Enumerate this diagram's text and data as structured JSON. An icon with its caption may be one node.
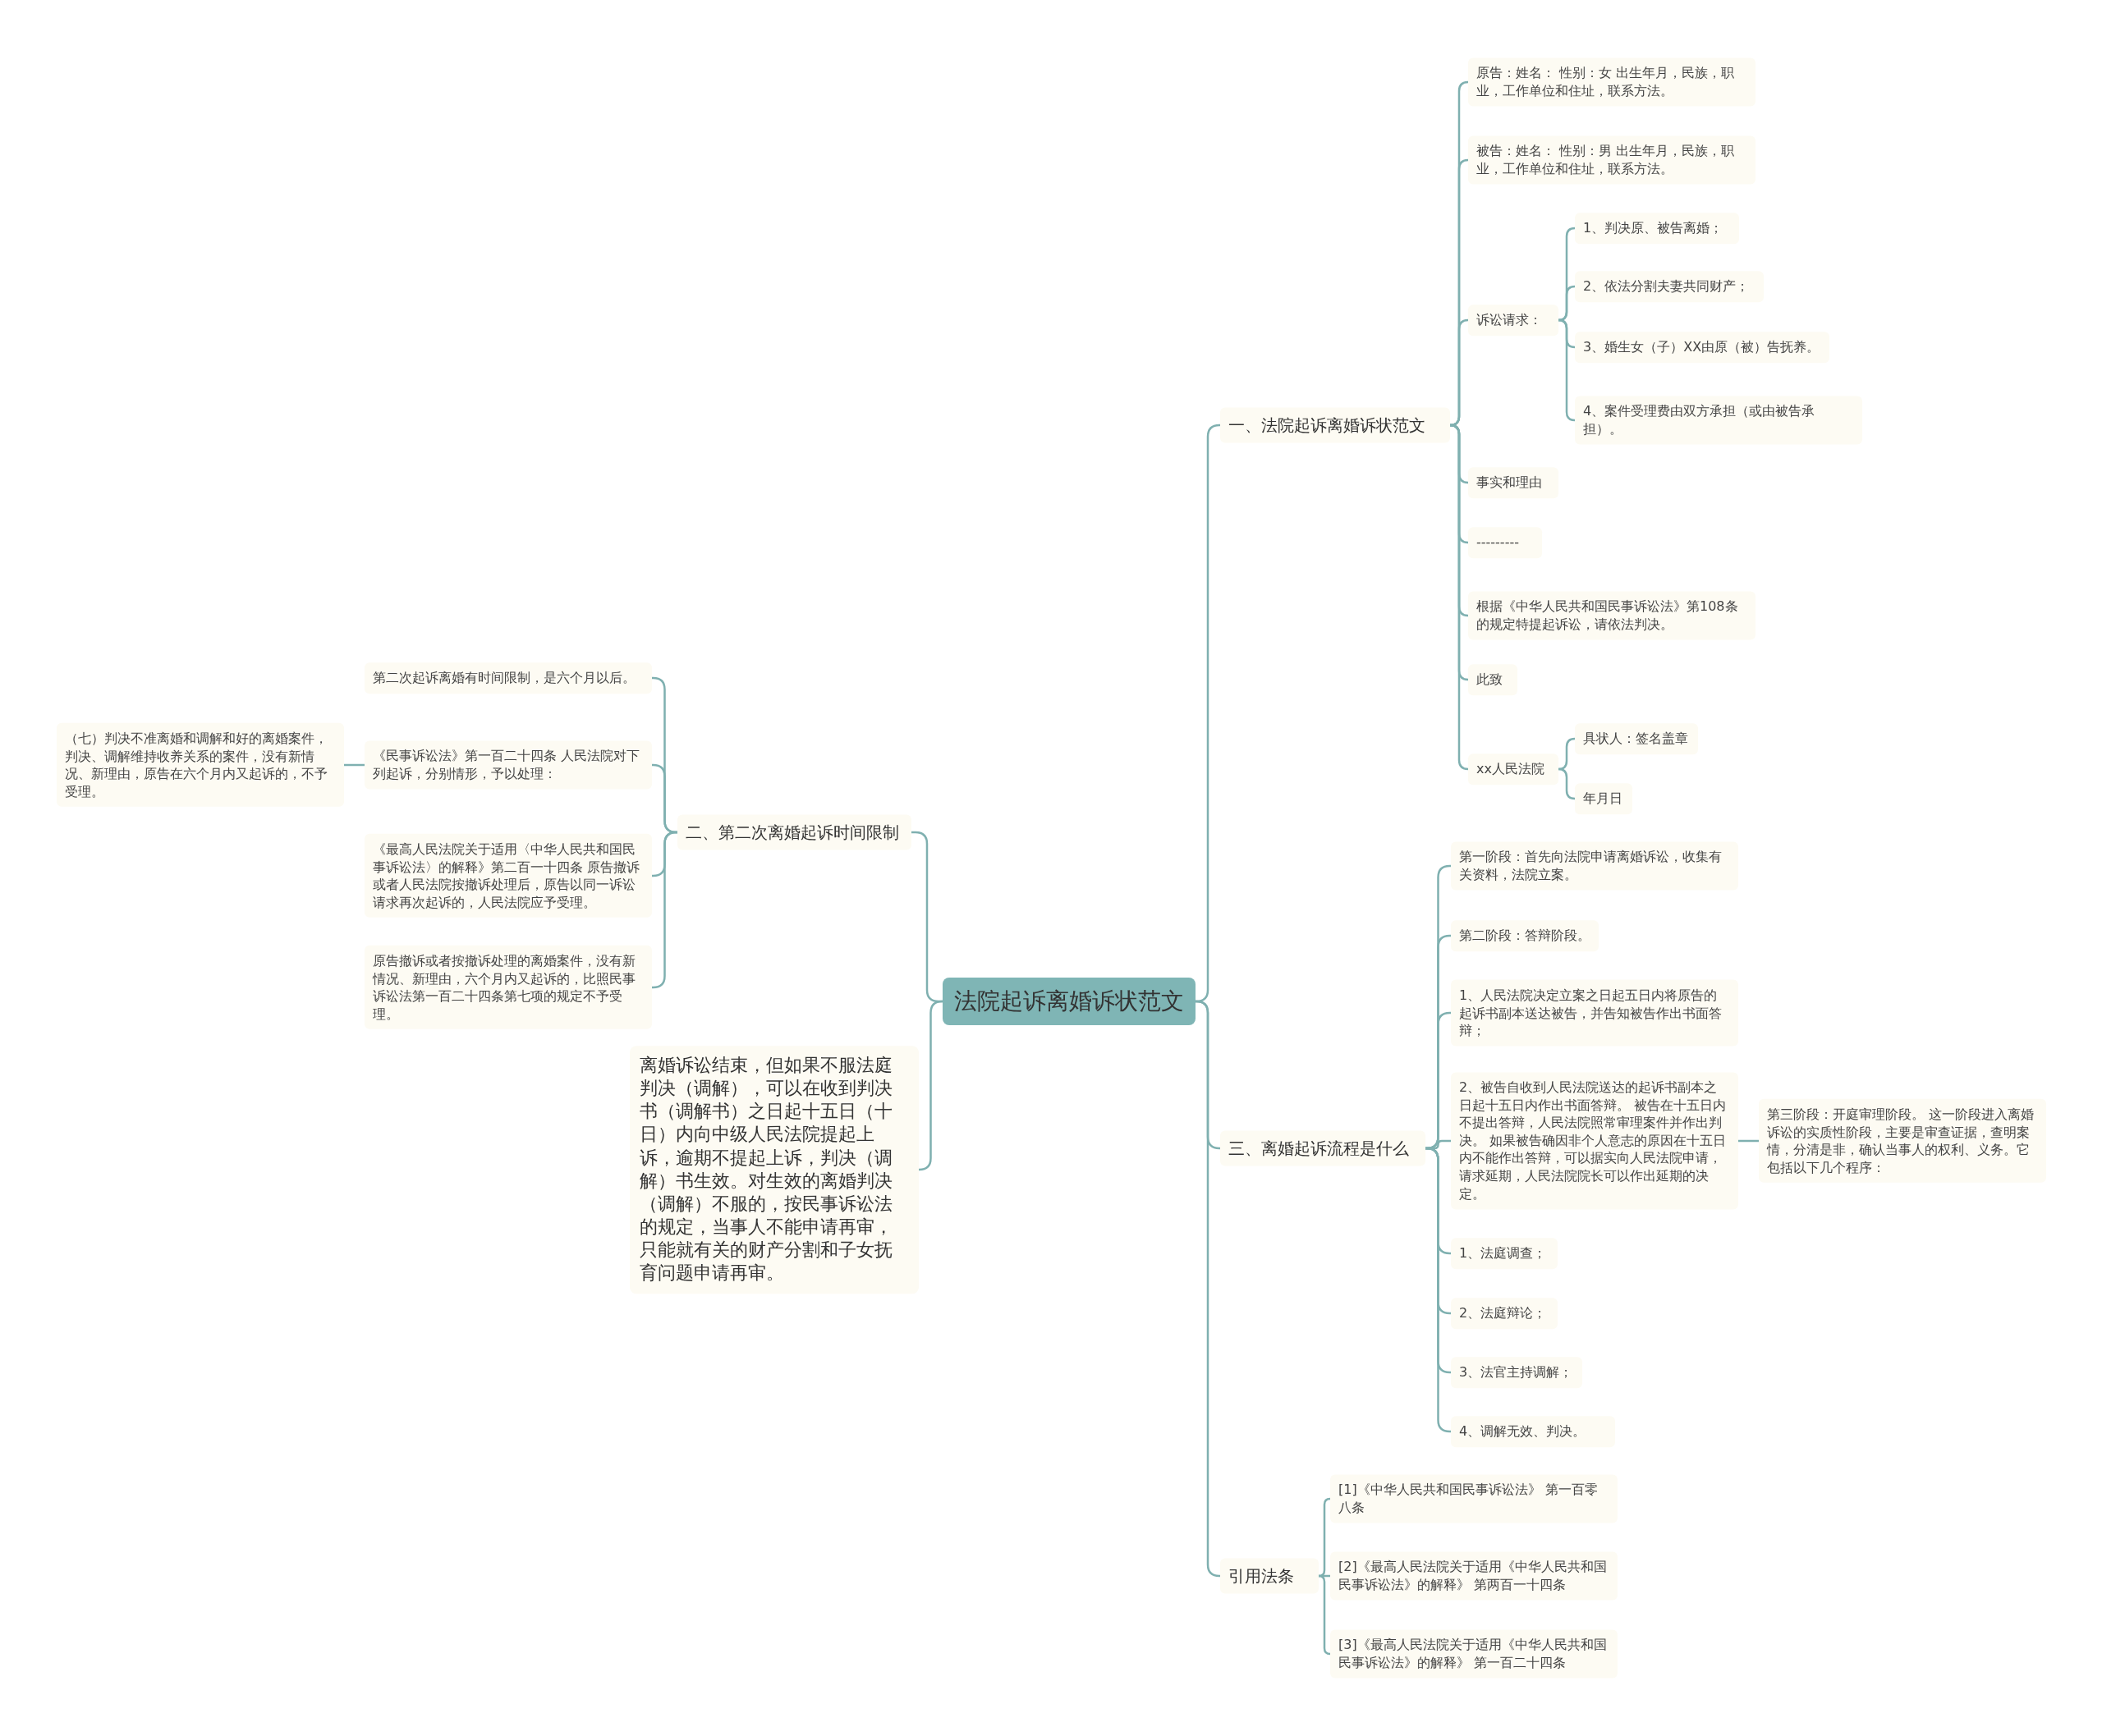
{
  "diagram": {
    "nodes": [
      {
        "text": [
          "法院起诉离婚诉状范文"
        ]
      },
      {
        "text": [
          "一、法院起诉离婚诉状范文"
        ]
      },
      {
        "text": [
          "原告：姓名： 性别：女 出生年月，民族，职业，工作单位和住址，联系方法。"
        ]
      },
      {
        "text": [
          "被告：姓名： 性别：男 出生年月，民族，职业，工作单位和住址，联系方法。"
        ]
      },
      {
        "text": [
          "诉讼请求："
        ]
      },
      {
        "text": [
          "1、判决原、被告离婚；"
        ]
      },
      {
        "text": [
          "2、依法分割夫妻共同财产；"
        ]
      },
      {
        "text": [
          "3、婚生女（子）XX由原（被）告抚养。"
        ]
      },
      {
        "text": [
          "4、案件受理费由双方承担（或由被告承担）。"
        ]
      },
      {
        "text": [
          "事实和理由"
        ]
      },
      {
        "text": [
          "---------"
        ]
      },
      {
        "text": [
          "根据《中华人民共和国民事诉讼法》第108条的规定特提起诉讼，请依法判决。"
        ]
      },
      {
        "text": [
          "此致"
        ]
      },
      {
        "text": [
          "xx人民法院"
        ]
      },
      {
        "text": [
          "具状人：签名盖章"
        ]
      },
      {
        "text": [
          "年月日"
        ]
      },
      {
        "text": [
          "二、第二次离婚起诉时间限制"
        ]
      },
      {
        "text": [
          "第二次起诉离婚有时间限制，是六个月以后。"
        ]
      },
      {
        "text": [
          "《民事诉讼法》第一百二十四条 人民法院对下列起诉，分别情形，予以处理："
        ]
      },
      {
        "text": [
          "（七）判决不准离婚和调解和好的离婚案件，判决、调解维持收养关系的案件，没有新情况、新理由，原告在六个月内又起诉的，不予受理。"
        ]
      },
      {
        "text": [
          "《最高人民法院关于适用〈中华人民共和国民事诉讼法〉的解释》第二百一十四条 原告撤诉或者人民法院按撤诉处理后，原告以同一诉讼请求再次起诉的，人民法院应予受理。"
        ]
      },
      {
        "text": [
          "原告撤诉或者按撤诉处理的离婚案件，没有新情况、新理由，六个月内又起诉的，比照民事诉讼法第一百二十四条第七项的规定不予受理。"
        ]
      },
      {
        "text": [
          "离婚诉讼结束，但如果不服法庭判决（调解），可以在收到判决书（调解书）之日起十五日（十日）内向中级人民法院提起上诉，逾期不提起上诉，判决（调解）书生效。对生效的离婚判决（调解）不服的，按民事诉讼法的规定，当事人不能申请再审，只能就有关的财产分割和子女抚育问题申请再审。"
        ]
      },
      {
        "text": [
          "三、离婚起诉流程是什么"
        ]
      },
      {
        "text": [
          "第一阶段：首先向法院申请离婚诉讼，收集有关资料，法院立案。"
        ]
      },
      {
        "text": [
          "第二阶段：答辩阶段。"
        ]
      },
      {
        "text": [
          "1、人民法院决定立案之日起五日内将原告的起诉书副本送达被告，并告知被告作出书面答辩；"
        ]
      },
      {
        "text": [
          "2、被告自收到人民法院送达的起诉书副本之日起十五日内作出书面答辩。 被告在十五日内不提出答辩，人民法院照常审理案件并作出判决。 如果被告确因非个人意志的原因在十五日内不能作出答辩，可以据实向人民法院申请，请求延期，人民法院院长可以作出延期的决定。"
        ]
      },
      {
        "text": [
          "第三阶段：开庭审理阶段。 这一阶段进入离婚诉讼的实质性阶段，主要是审查证据，查明案情，分清是非，确认当事人的权利、义务。它包括以下几个程序："
        ]
      },
      {
        "text": [
          "1、法庭调查；"
        ]
      },
      {
        "text": [
          "2、法庭辩论；"
        ]
      },
      {
        "text": [
          "3、法官主持调解；"
        ]
      },
      {
        "text": [
          "4、调解无效、判决。"
        ]
      },
      {
        "text": [
          "引用法条"
        ]
      },
      {
        "text": [
          "[1]《中华人民共和国民事诉讼法》 第一百零八条"
        ]
      },
      {
        "text": [
          "[2]《最高人民法院关于适用《中华人民共和国民事诉讼法》的解释》 第两百一十四条"
        ]
      },
      {
        "text": [
          "[3]《最高人民法院关于适用《中华人民共和国民事诉讼法》的解释》 第一百二十四条"
        ]
      }
    ],
    "edges": [
      {
        "from": 0,
        "to": 1,
        "arrow": "none"
      },
      {
        "from": 0,
        "to": 16,
        "arrow": "none"
      },
      {
        "from": 0,
        "to": 23,
        "arrow": "none"
      },
      {
        "from": 0,
        "to": 33,
        "arrow": "none"
      },
      {
        "from": 1,
        "to": 2,
        "arrow": "none"
      },
      {
        "from": 1,
        "to": 3,
        "arrow": "none"
      },
      {
        "from": 1,
        "to": 4,
        "arrow": "none"
      },
      {
        "from": 4,
        "to": 5,
        "arrow": "none"
      },
      {
        "from": 4,
        "to": 6,
        "arrow": "none"
      },
      {
        "from": 4,
        "to": 7,
        "arrow": "none"
      },
      {
        "from": 4,
        "to": 8,
        "arrow": "none"
      },
      {
        "from": 1,
        "to": 9,
        "arrow": "none"
      },
      {
        "from": 1,
        "to": 10,
        "arrow": "none"
      },
      {
        "from": 1,
        "to": 11,
        "arrow": "none"
      },
      {
        "from": 1,
        "to": 12,
        "arrow": "none"
      },
      {
        "from": 1,
        "to": 13,
        "arrow": "none"
      },
      {
        "from": 13,
        "to": 14,
        "arrow": "none"
      },
      {
        "from": 13,
        "to": 15,
        "arrow": "none"
      },
      {
        "from": 16,
        "to": 17,
        "arrow": "none"
      },
      {
        "from": 16,
        "to": 18,
        "arrow": "none"
      },
      {
        "from": 18,
        "to": 19,
        "arrow": "none"
      },
      {
        "from": 16,
        "to": 20,
        "arrow": "none"
      },
      {
        "from": 16,
        "to": 21,
        "arrow": "none"
      },
      {
        "from": 0,
        "to": 22,
        "arrow": "none"
      },
      {
        "from": 23,
        "to": 24,
        "arrow": "none"
      },
      {
        "from": 23,
        "to": 25,
        "arrow": "none"
      },
      {
        "from": 23,
        "to": 26,
        "arrow": "none"
      },
      {
        "from": 23,
        "to": 27,
        "arrow": "none"
      },
      {
        "from": 27,
        "to": 28,
        "arrow": "none"
      },
      {
        "from": 23,
        "to": 29,
        "arrow": "none"
      },
      {
        "from": 23,
        "to": 30,
        "arrow": "none"
      },
      {
        "from": 23,
        "to": 31,
        "arrow": "none"
      },
      {
        "from": 23,
        "to": 32,
        "arrow": "none"
      },
      {
        "from": 33,
        "to": 34,
        "arrow": "none"
      },
      {
        "from": 33,
        "to": 35,
        "arrow": "none"
      },
      {
        "from": 33,
        "to": 36,
        "arrow": "none"
      }
    ]
  }
}
